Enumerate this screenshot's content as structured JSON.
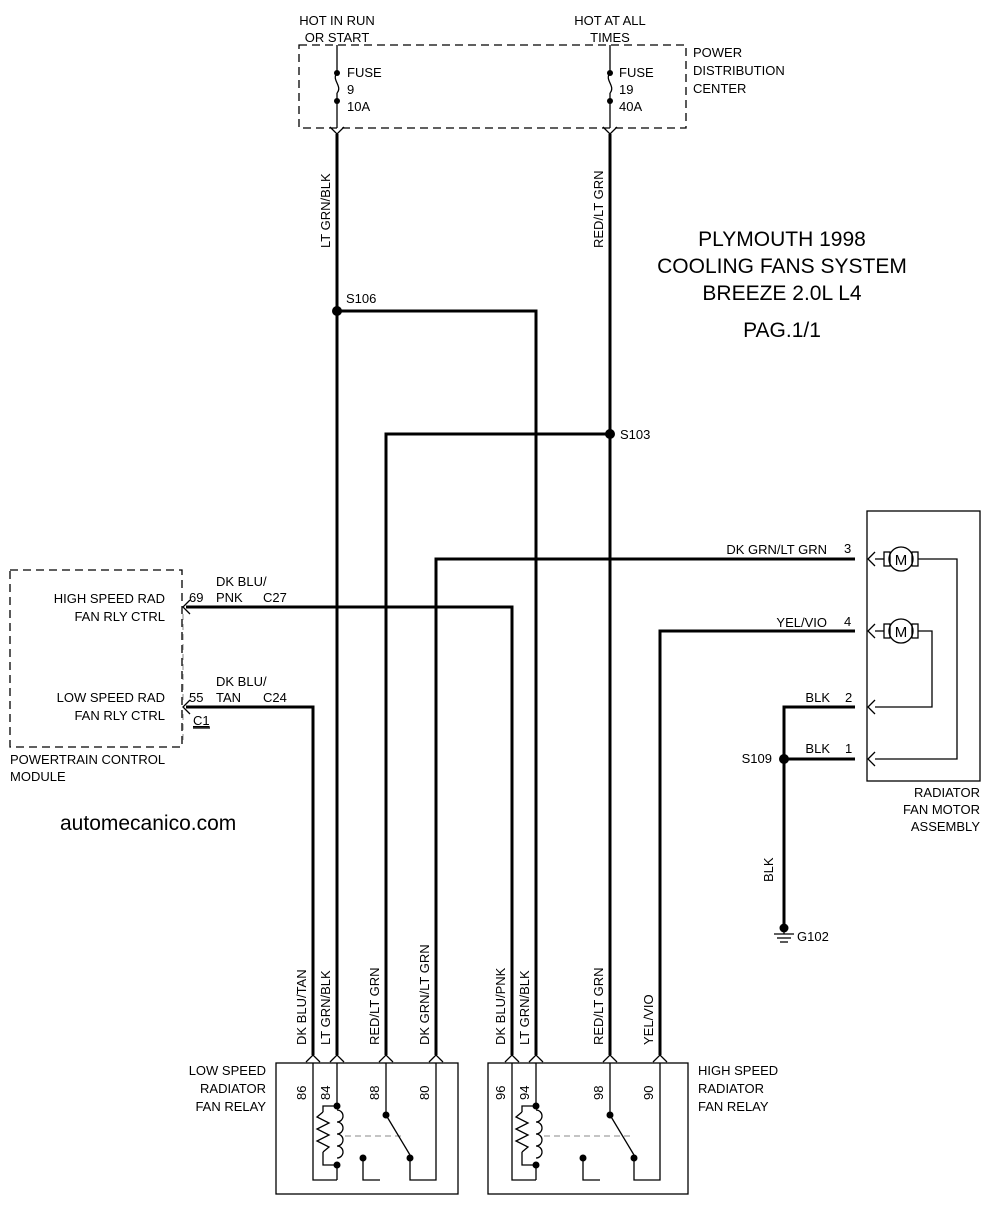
{
  "title": {
    "line1": "PLYMOUTH 1998",
    "line2": "COOLING FANS SYSTEM",
    "line3": "BREEZE 2.0L L4",
    "page": "PAG.1/1"
  },
  "watermark": "automecanico.com",
  "pdc": {
    "label_line1": "POWER",
    "label_line2": "DISTRIBUTION",
    "label_line3": "CENTER",
    "hot_run_line1": "HOT IN RUN",
    "hot_run_line2": "OR START",
    "hot_all_line1": "HOT AT ALL",
    "hot_all_line2": "TIMES",
    "fuse9": {
      "name": "FUSE",
      "num": "9",
      "rating": "10A"
    },
    "fuse19": {
      "name": "FUSE",
      "num": "19",
      "rating": "40A"
    }
  },
  "splices": {
    "s106": "S106",
    "s103": "S103",
    "s109": "S109"
  },
  "ground": "G102",
  "wires": {
    "lt_grn_blk": "LT GRN/BLK",
    "red_lt_grn": "RED/LT GRN",
    "dk_grn_lt_grn": "DK GRN/LT GRN",
    "yel_vio": "YEL/VIO",
    "blk": "BLK",
    "dk_blu_tan": "DK BLU/TAN",
    "dk_blu_pnk": "DK BLU/PNK",
    "dk_blu_slash": "DK BLU/",
    "pnk": "PNK",
    "tan": "TAN"
  },
  "pcm": {
    "high_line1": "HIGH SPEED RAD",
    "high_line2": "FAN RLY CTRL",
    "low_line1": "LOW SPEED RAD",
    "low_line2": "FAN RLY CTRL",
    "pin_high": "69",
    "pin_low": "55",
    "conn_high": "C27",
    "conn_low": "C24",
    "conn": "C1",
    "label_line1": "POWERTRAIN CONTROL",
    "label_line2": "MODULE"
  },
  "motor": {
    "label_line1": "RADIATOR",
    "label_line2": "FAN MOTOR",
    "label_line3": "ASSEMBLY",
    "pin3": "3",
    "pin4": "4",
    "pin2": "2",
    "pin1": "1",
    "symbol": "M"
  },
  "low_relay": {
    "label_line1": "LOW SPEED",
    "label_line2": "RADIATOR",
    "label_line3": "FAN RELAY",
    "pins": [
      "86",
      "84",
      "88",
      "80"
    ]
  },
  "high_relay": {
    "label_line1": "HIGH SPEED",
    "label_line2": "RADIATOR",
    "label_line3": "FAN RELAY",
    "pins": [
      "96",
      "94",
      "98",
      "90"
    ]
  }
}
